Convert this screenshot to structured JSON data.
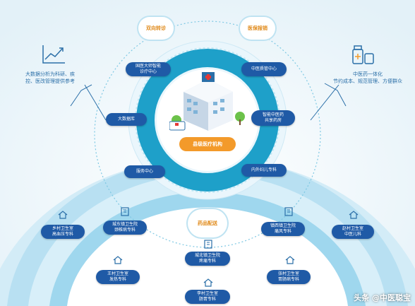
{
  "tags": {
    "left": "双向转诊",
    "right": "医保报销",
    "bottom": "药品配送"
  },
  "center_label": "县级医疗机构",
  "inner_ring": [
    "国医大师智能\n诊疗中心",
    "中医质管中心",
    "大数据库",
    "智能中医药\n共享药房",
    "服务中心",
    "内外妇儿专科"
  ],
  "outer_nodes": [
    "乡村卫生室\n高血压专科",
    "城东镇卫生院\n颈椎病专科",
    "镇西镇卫生院\n痛风专科",
    "赵村卫生室\n中医儿科",
    "王村卫生室\n发热专科",
    "城北镇卫生院\n疼痛专科",
    "张村卫生室\n胃肠病专科",
    "李村卫生室\n肠胃专科"
  ],
  "left_text": "大数据分析为科研、疾\n控、医改管理提供参考",
  "right_text": "中医药一体化\n节约成本、规范管理、方便群众",
  "watermark": "头条 @中医聪宝",
  "colors": {
    "ring_dark": "#1ea0c9",
    "ring_light": "#9fd7ee",
    "pill": "#1f5aa6",
    "accent": "#f39a2a"
  }
}
